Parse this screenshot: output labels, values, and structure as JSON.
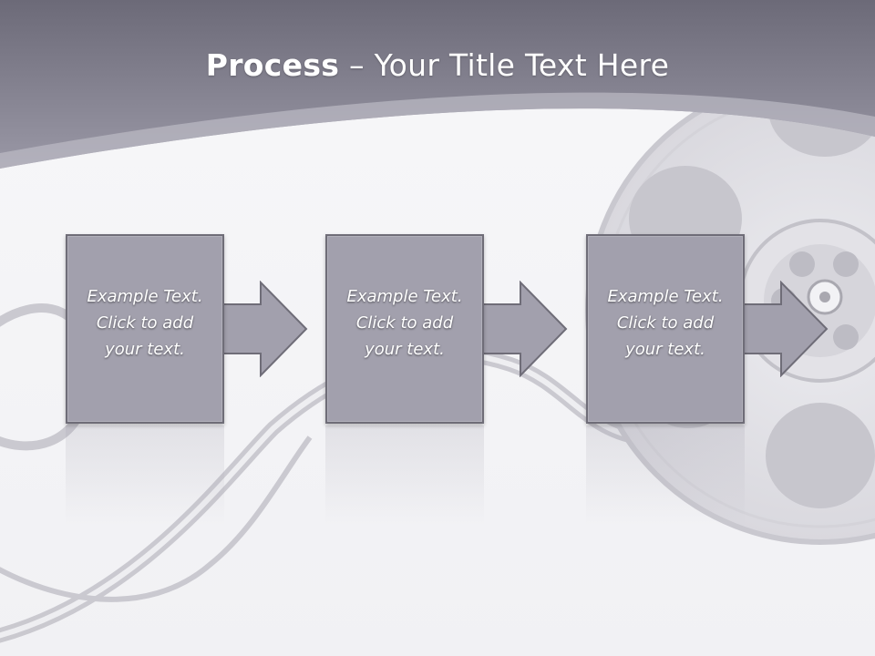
{
  "slide": {
    "title_bold": "Process",
    "title_rest": " – Your Title Text Here"
  },
  "process": {
    "steps": [
      {
        "text": "Example Text.\nClick  to add\nyour text."
      },
      {
        "text": "Example Text.\nClick  to add\nyour text."
      },
      {
        "text": "Example Text.\nClick  to add\nyour text."
      }
    ]
  },
  "colors": {
    "header_band": "#8a8897",
    "step_fill": "#a2a0ad",
    "step_border": "#6f6d78"
  },
  "icons": {
    "background_art": "film-reel-and-strip"
  }
}
